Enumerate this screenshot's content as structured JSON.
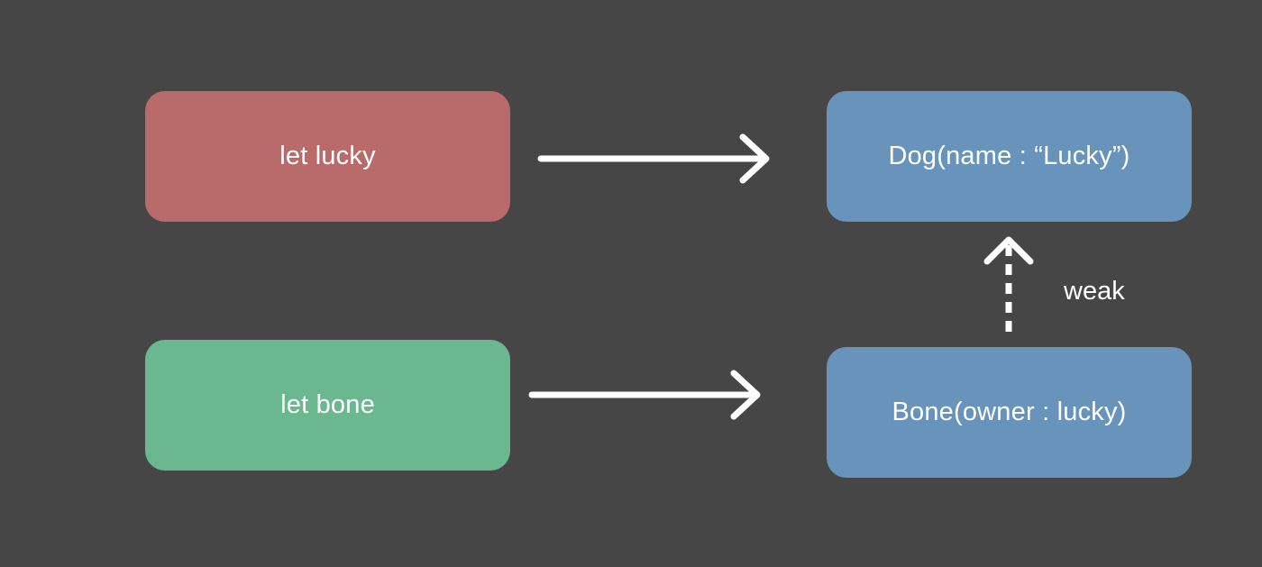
{
  "diagram": {
    "variables": {
      "lucky": {
        "label": "let lucky",
        "color": "#b96b6b"
      },
      "bone": {
        "label": "let bone",
        "color": "#6bb890"
      }
    },
    "objects": {
      "dog": {
        "label": "Dog(name : “Lucky”)",
        "color": "#6893ba"
      },
      "bone": {
        "label": "Bone(owner : lucky)",
        "color": "#6893ba"
      }
    },
    "references": [
      {
        "from": "let lucky",
        "to": "Dog(name : “Lucky”)",
        "style": "solid"
      },
      {
        "from": "let bone",
        "to": "Bone(owner : lucky)",
        "style": "solid"
      },
      {
        "from": "Bone(owner : lucky)",
        "to": "Dog(name : “Lucky”)",
        "style": "dashed",
        "label": "weak"
      }
    ],
    "colors": {
      "background": "#464646",
      "arrow": "#ffffff",
      "text": "#ffffff"
    }
  }
}
